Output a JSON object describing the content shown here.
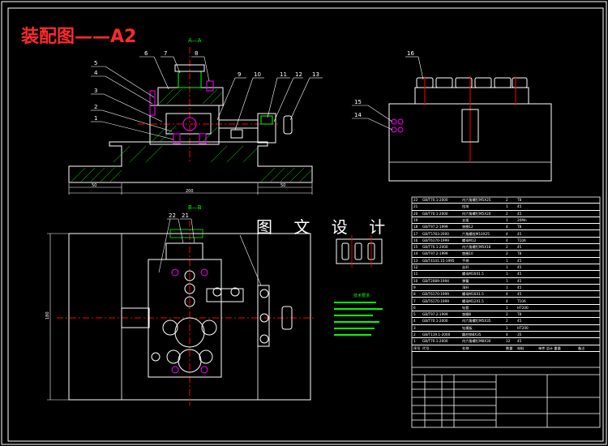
{
  "drawing": {
    "title": "装配图——A2",
    "section_label_aa": "A—A",
    "section_label_bb": "B—B",
    "watermark": "图 文 设 计"
  },
  "balloons": {
    "front_view": [
      "5",
      "4",
      "3",
      "2",
      "1",
      "6",
      "7",
      "8",
      "9",
      "10",
      "11",
      "12",
      "13"
    ],
    "side_view": [
      "16",
      "15",
      "14"
    ],
    "top_view": [
      "22",
      "21"
    ]
  },
  "dimensions": {
    "front_left": "50",
    "front_total": "200",
    "front_right": "50",
    "top_height": "180"
  },
  "notes_title": "技术要求",
  "bom": {
    "rows": [
      {
        "no": "22",
        "code": "GB/T70.1-2000",
        "name": "内六角螺钉M5X25",
        "qty": "2",
        "mat": "T8"
      },
      {
        "no": "21",
        "code": "",
        "name": "挡块",
        "qty": "1",
        "mat": "45"
      },
      {
        "no": "20",
        "code": "GB/T70.1-2000",
        "name": "内六角螺钉M5X20",
        "qty": "2",
        "mat": "45"
      },
      {
        "no": "19",
        "code": "",
        "name": "支架",
        "qty": "1",
        "mat": "20Mn"
      },
      {
        "no": "18",
        "code": "GB/T97.2-1999",
        "name": "垫圈12",
        "qty": "4",
        "mat": "T8"
      },
      {
        "no": "17",
        "code": "GB/T5783-2000",
        "name": "六角螺栓M10X25",
        "qty": "4",
        "mat": "45"
      },
      {
        "no": "16",
        "code": "GB/T6170-1999",
        "name": "螺母M12",
        "qty": "4",
        "mat": "T10A"
      },
      {
        "no": "15",
        "code": "GB/T70.1-2000",
        "name": "内六角螺钉M5X16",
        "qty": "2",
        "mat": "45"
      },
      {
        "no": "14",
        "code": "GB/T97.2-1999",
        "name": "垫圈10",
        "qty": "2",
        "mat": "T8"
      },
      {
        "no": "13",
        "code": "GB/T4141.15-1995",
        "name": "手柄",
        "qty": "1",
        "mat": "45"
      },
      {
        "no": "12",
        "code": "",
        "name": "丝杆",
        "qty": "1",
        "mat": "45"
      },
      {
        "no": "11",
        "code": "",
        "name": "螺母M16X1.5",
        "qty": "1",
        "mat": "45"
      },
      {
        "no": "10",
        "code": "GB/T2089-1994",
        "name": "弹簧",
        "qty": "1",
        "mat": "45"
      },
      {
        "no": "9",
        "code": "",
        "name": "顶杆",
        "qty": "1",
        "mat": "45"
      },
      {
        "no": "8",
        "code": "GB/T6170-1999",
        "name": "螺母M16X1.5",
        "qty": "4",
        "mat": "45"
      },
      {
        "no": "7",
        "code": "GB/T6170-1999",
        "name": "螺母M12X1.5",
        "qty": "4",
        "mat": "T10A"
      },
      {
        "no": "6",
        "code": "",
        "name": "钻套",
        "qty": "1",
        "mat": "HT200"
      },
      {
        "no": "5",
        "code": "GB/T97.2-1999",
        "name": "垫圈8",
        "qty": "2",
        "mat": "T8"
      },
      {
        "no": "4",
        "code": "GB/T70.1-2000",
        "name": "内六角螺钉M5X35",
        "qty": "2",
        "mat": "45"
      },
      {
        "no": "3",
        "code": "",
        "name": "钻模板",
        "qty": "1",
        "mat": "HT200"
      },
      {
        "no": "2",
        "code": "GB/T119.1-2000",
        "name": "圆柱销8X35",
        "qty": "4",
        "mat": "35"
      },
      {
        "no": "1",
        "code": "GB/T70.1-2000",
        "name": "内六角螺钉M8X30",
        "qty": "12",
        "mat": "45"
      }
    ],
    "header": {
      "no": "序号",
      "code": "代号",
      "name": "名称",
      "qty": "数量",
      "mat": "材料",
      "weight": "单件 总计 重量",
      "remark": "备注"
    }
  }
}
